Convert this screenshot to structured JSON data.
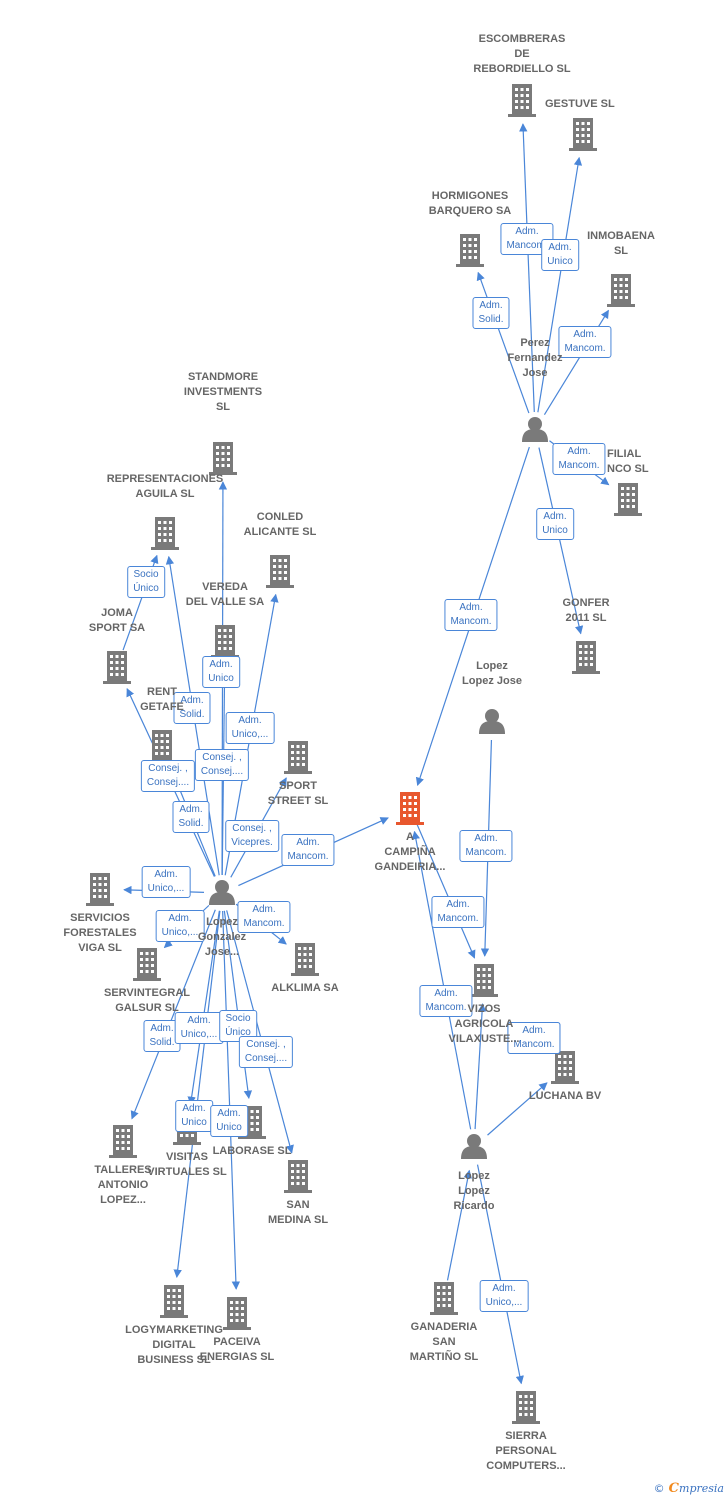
{
  "colors": {
    "company": "#7a7a7a",
    "focus_company": "#e8572e",
    "person": "#7a7a7a",
    "edge": "#4a86d8",
    "edge_label_text": "#3a72c0"
  },
  "nodes": [
    {
      "id": "escombreras",
      "type": "company",
      "label": "ESCOMBRERAS\nDE\nREBORDIELLO SL"
    },
    {
      "id": "gestuve",
      "type": "company",
      "label": "GESTUVE SL"
    },
    {
      "id": "hormigones",
      "type": "company",
      "label": "HORMIGONES\nBARQUERO SA"
    },
    {
      "id": "inmobaena",
      "type": "company",
      "label": "INMOBAENA\nSL"
    },
    {
      "id": "perez",
      "type": "person",
      "label": "Perez\nFernandez\nJose"
    },
    {
      "id": "filial",
      "type": "company",
      "label": "FILIAL\nNCO SL"
    },
    {
      "id": "gonfer",
      "type": "company",
      "label": "GONFER\n2011 SL"
    },
    {
      "id": "lopezjose",
      "type": "person",
      "label": "Lopez\nLopez Jose"
    },
    {
      "id": "acampina",
      "type": "focus",
      "label": "A\nCAMPIÑA\nGANDEIRIA..."
    },
    {
      "id": "standmore",
      "type": "company",
      "label": "STANDMORE\nINVESTMENTS\nSL"
    },
    {
      "id": "representaciones",
      "type": "company",
      "label": "REPRESENTACIONES\nAGUILA SL"
    },
    {
      "id": "conled",
      "type": "company",
      "label": "CONLED\nALICANTE SL"
    },
    {
      "id": "vereda",
      "type": "company",
      "label": "VEREDA\nDEL VALLE SA"
    },
    {
      "id": "joma",
      "type": "company",
      "label": "JOMA\nSPORT SA"
    },
    {
      "id": "rent",
      "type": "company",
      "label": "RENT\nGETAFE"
    },
    {
      "id": "sportstreet",
      "type": "company",
      "label": "SPORT\nSTREET SL"
    },
    {
      "id": "servicios",
      "type": "company",
      "label": "SERVICIOS\nFORESTALES\nVIGA SL"
    },
    {
      "id": "lopezgonzalez",
      "type": "person",
      "label": "Lopez\nGonzalez\nJose..."
    },
    {
      "id": "servintegral",
      "type": "company",
      "label": "SERVINTEGRAL\nGALSUR SL"
    },
    {
      "id": "alklima",
      "type": "company",
      "label": "ALKLIMA SA"
    },
    {
      "id": "vizos",
      "type": "company",
      "label": "VIZOS\nAGRICOLA\nVILAXUSTE..."
    },
    {
      "id": "luchana",
      "type": "company",
      "label": "LUCHANA BV"
    },
    {
      "id": "talleres",
      "type": "company",
      "label": "TALLERES\nANTONIO\nLOPEZ..."
    },
    {
      "id": "visitas",
      "type": "company",
      "label": "VISITAS\nVIRTUALES SL"
    },
    {
      "id": "laborase",
      "type": "company",
      "label": "LABORASE SL"
    },
    {
      "id": "sanmedina",
      "type": "company",
      "label": "SAN\nMEDINA SL"
    },
    {
      "id": "lopezricardo",
      "type": "person",
      "label": "Lopez\nLopez\nRicardo"
    },
    {
      "id": "logymarketing",
      "type": "company",
      "label": "LOGYMARKETING\nDIGITAL\nBUSINESS SL"
    },
    {
      "id": "paceiva",
      "type": "company",
      "label": "PACEIVA\nENERGIAS SL"
    },
    {
      "id": "ganaderia",
      "type": "company",
      "label": "GANADERIA\nSAN\nMARTIÑO SL"
    },
    {
      "id": "sierra",
      "type": "company",
      "label": "SIERRA\nPERSONAL\nCOMPUTERS..."
    }
  ],
  "edges": [
    {
      "from": "perez",
      "to": "escombreras",
      "label": "Adm.\nMancom."
    },
    {
      "from": "perez",
      "to": "gestuve",
      "label": "Adm.\nUnico"
    },
    {
      "from": "perez",
      "to": "hormigones",
      "label": "Adm.\nSolid."
    },
    {
      "from": "perez",
      "to": "inmobaena",
      "label": "Adm.\nMancom."
    },
    {
      "from": "perez",
      "to": "filial",
      "label": "Adm.\nMancom."
    },
    {
      "from": "perez",
      "to": "gonfer",
      "label": "Adm.\nUnico"
    },
    {
      "from": "perez",
      "to": "acampina",
      "label": "Adm.\nMancom."
    },
    {
      "from": "lopezjose",
      "to": "vizos",
      "label": "Adm.\nMancom."
    },
    {
      "from": "acampina",
      "to": "vizos",
      "label": "Adm.\nMancom."
    },
    {
      "from": "lopezricardo",
      "to": "acampina",
      "label": "Adm.\nMancom."
    },
    {
      "from": "lopezricardo",
      "to": "vizos",
      "label": "Adm.\nMancom."
    },
    {
      "from": "lopezricardo",
      "to": "luchana",
      "label": "Adm.\nMancom."
    },
    {
      "from": "lopezricardo",
      "to": "sierra",
      "label": "Adm.\nUnico,..."
    },
    {
      "from": "ganaderia",
      "to": "lopezricardo",
      "label": ""
    },
    {
      "from": "lopezgonzalez",
      "to": "acampina",
      "label": "Adm.\nMancom."
    },
    {
      "from": "lopezgonzalez",
      "to": "standmore",
      "label": "Adm.\nUnico"
    },
    {
      "from": "lopezgonzalez",
      "to": "representaciones",
      "label": "Adm.\nSolid."
    },
    {
      "from": "lopezgonzalez",
      "to": "conled",
      "label": "Adm.\nUnico,..."
    },
    {
      "from": "lopezgonzalez",
      "to": "vereda",
      "label": "Consej. ,\nConsej...."
    },
    {
      "from": "lopezgonzalez",
      "to": "joma",
      "label": "Consej. ,\nConsej...."
    },
    {
      "from": "joma",
      "to": "representaciones",
      "label": "Socio\nÚnico"
    },
    {
      "from": "lopezgonzalez",
      "to": "rent",
      "label": "Adm.\nSolid."
    },
    {
      "from": "lopezgonzalez",
      "to": "sportstreet",
      "label": "Consej. ,\nVicepres."
    },
    {
      "from": "lopezgonzalez",
      "to": "servicios",
      "label": "Adm.\nUnico,..."
    },
    {
      "from": "lopezgonzalez",
      "to": "servintegral",
      "label": "Adm.\nUnico,..."
    },
    {
      "from": "lopezgonzalez",
      "to": "alklima",
      "label": "Adm.\nMancom."
    },
    {
      "from": "lopezgonzalez",
      "to": "talleres",
      "label": "Adm.\nSolid."
    },
    {
      "from": "lopezgonzalez",
      "to": "visitas",
      "label": "Adm.\nUnico,..."
    },
    {
      "from": "lopezgonzalez",
      "to": "laborase",
      "label": "Socio\nÚnico"
    },
    {
      "from": "lopezgonzalez",
      "to": "sanmedina",
      "label": "Consej. ,\nConsej...."
    },
    {
      "from": "lopezgonzalez",
      "to": "logymarketing",
      "label": "Adm.\nUnico"
    },
    {
      "from": "lopezgonzalez",
      "to": "paceiva",
      "label": "Adm.\nUnico"
    }
  ],
  "footer": {
    "copyright": "©",
    "brand_initial": "C",
    "brand_rest": "mpresia"
  }
}
